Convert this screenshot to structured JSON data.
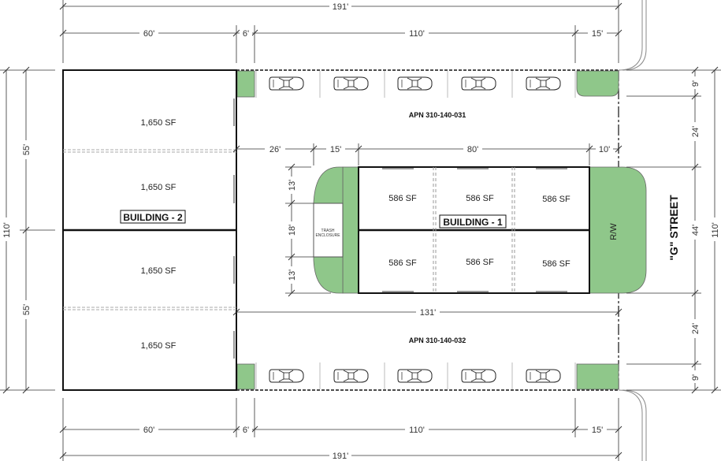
{
  "overall": {
    "top_width": "191'",
    "bottom_width": "191'",
    "left_height": "110'",
    "right_height": "110'"
  },
  "segments": {
    "top": [
      "60'",
      "6'",
      "110'",
      "15'"
    ],
    "bottom": [
      "60'",
      "6'",
      "110'",
      "15'"
    ],
    "left": [
      "55'",
      "55'"
    ],
    "right": [
      "9'",
      "24'",
      "44'",
      "24'",
      "9'"
    ]
  },
  "inner_dims": {
    "horizontal": [
      "26'",
      "15'",
      "80'",
      "10'"
    ],
    "vertical": [
      "13'",
      "18'",
      "13'"
    ],
    "lower_length": "131'"
  },
  "building_2": {
    "label": "BUILDING - 2",
    "units": [
      "1,650 SF",
      "1,650 SF",
      "1,650 SF",
      "1,650 SF"
    ]
  },
  "building_1": {
    "label": "BUILDING - 1",
    "units_top": [
      "586 SF",
      "586 SF",
      "586 SF"
    ],
    "units_bottom": [
      "586 SF",
      "586 SF",
      "586 SF"
    ]
  },
  "trash": {
    "line1": "TRASH",
    "line2": "ENCLOSURE"
  },
  "rw_label": "R/W",
  "apn_top": "APN 310-140-031",
  "apn_bottom": "APN 310-140-032",
  "street_label": "\"G\" STREET",
  "colors": {
    "landscape": "#8fc78a",
    "line": "#111111",
    "dim": "#333333"
  }
}
